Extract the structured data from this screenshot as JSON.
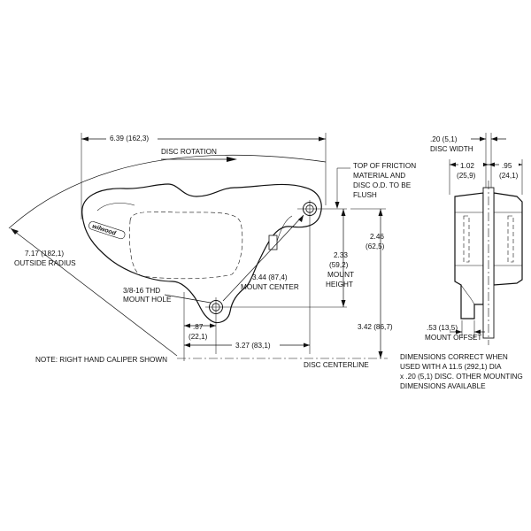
{
  "labels": {
    "disc_rotation": "DISC ROTATION",
    "overall_length": "6.39 (162,3)",
    "outside_radius_value": "7.17 (182,1)",
    "outside_radius_label": "OUTSIDE RADIUS",
    "friction_note": [
      "TOP OF FRICTION",
      "MATERIAL AND",
      "DISC O.D. TO BE",
      "FLUSH"
    ],
    "mount_height_value": [
      "2.33",
      "(59,2)"
    ],
    "mount_height_label": [
      "MOUNT",
      "HEIGHT"
    ],
    "height_total": [
      "2.46",
      "(62,5)"
    ],
    "mount_center": [
      "3.44 (87,4)",
      "MOUNT CENTER"
    ],
    "thread": [
      "3/8-16 THD",
      "MOUNT HOLE"
    ],
    "small_offset": [
      ".87",
      "(22,1)"
    ],
    "hole_spacing": "3.27 (83,1)",
    "disc_center_height": "3.42 (86,7)",
    "disc_centerline": "DISC CENTERLINE",
    "note": "NOTE: RIGHT HAND CALIPER SHOWN",
    "brand": "wilwood",
    "disc_width": [
      ".20 (5,1)",
      "DISC WIDTH"
    ],
    "side_dim_a": [
      "1.02",
      "(25,9)"
    ],
    "side_dim_b": [
      ".95",
      "(24,1)"
    ],
    "mount_offset": [
      ".53 (13,5)",
      "MOUNT OFFSET"
    ],
    "footnote": [
      "DIMENSIONS CORRECT WHEN",
      "USED WITH A 11.5 (292,1) DIA",
      "x .20 (5,1) DISC. OTHER MOUNTING",
      "DIMENSIONS AVAILABLE"
    ]
  }
}
